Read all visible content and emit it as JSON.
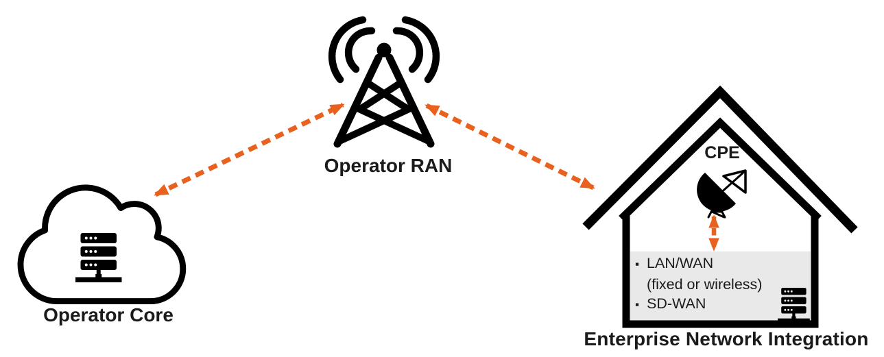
{
  "labels": {
    "operator_core": "Operator Core",
    "operator_ran": "Operator RAN",
    "cpe": "CPE",
    "enterprise": "Enterprise Network Integration"
  },
  "enterprise_box": {
    "lines": [
      {
        "bullet": "▪",
        "text": "LAN/WAN"
      },
      {
        "bullet": "",
        "text": "(fixed or wireless)"
      },
      {
        "bullet": "▪",
        "text": "SD-WAN"
      }
    ]
  },
  "connections": [
    {
      "from": "Operator Core",
      "to": "Operator RAN",
      "style": "orange-dashed-double-arrow"
    },
    {
      "from": "Operator RAN",
      "to": "Enterprise Network Integration",
      "style": "orange-dashed-double-arrow"
    },
    {
      "from": "CPE",
      "to": "LAN/WAN / SD-WAN box",
      "style": "orange-dashed-double-arrow"
    }
  ],
  "icons": {
    "operator_core": "cloud-icon + server-rack-icon",
    "operator_ran": "radio-tower-icon",
    "cpe": "satellite-dish-icon",
    "enterprise": "house-outline-icon + server-rack-icon"
  },
  "colors": {
    "accent_orange": "#E8611E",
    "icon_black": "#000000",
    "box_gray": "#E9E9E9",
    "text_black": "#1b1b1b"
  }
}
